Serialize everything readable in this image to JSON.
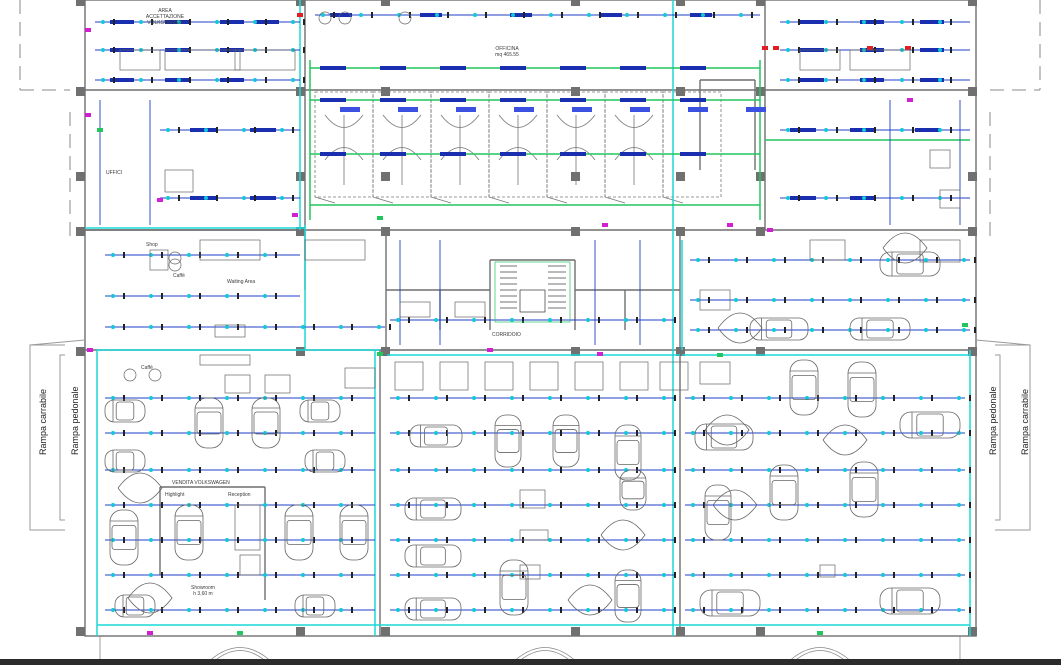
{
  "labels": {
    "area_accettazione": [
      "AREA",
      "ACCETTAZIONE",
      "VOLKSWAGEN"
    ],
    "officina": [
      "OFFICINA",
      "mq 465.55"
    ],
    "shop": "Shop",
    "caffe_top": "Caffè",
    "waiting_area": "Waiting Area",
    "caffe_showroom": "Caffè",
    "vendita": "VENDITA VOLKSWAGEN",
    "highlight": "Highlight",
    "reception": "Reception",
    "showroom": [
      "Showroom",
      "h 3,60 m"
    ],
    "uffici_left": "UFFICI",
    "corridoio": "CORRIDOIO"
  },
  "ramps": {
    "left_carrabile": "Rampa carrabile",
    "left_pedonale": "Rampa pedonale",
    "right_pedonale": "Rampa pedonale",
    "right_carrabile": "Rampa carrabile"
  },
  "colors": {
    "wall": "#6e6e6e",
    "cyan_line": "#18d8d8",
    "green_line": "#22c55e",
    "blue_line": "#1e3fc8",
    "fixture": "#1a2fb0",
    "magenta": "#d21fd2",
    "red": "#e02020",
    "column": "#707070"
  }
}
